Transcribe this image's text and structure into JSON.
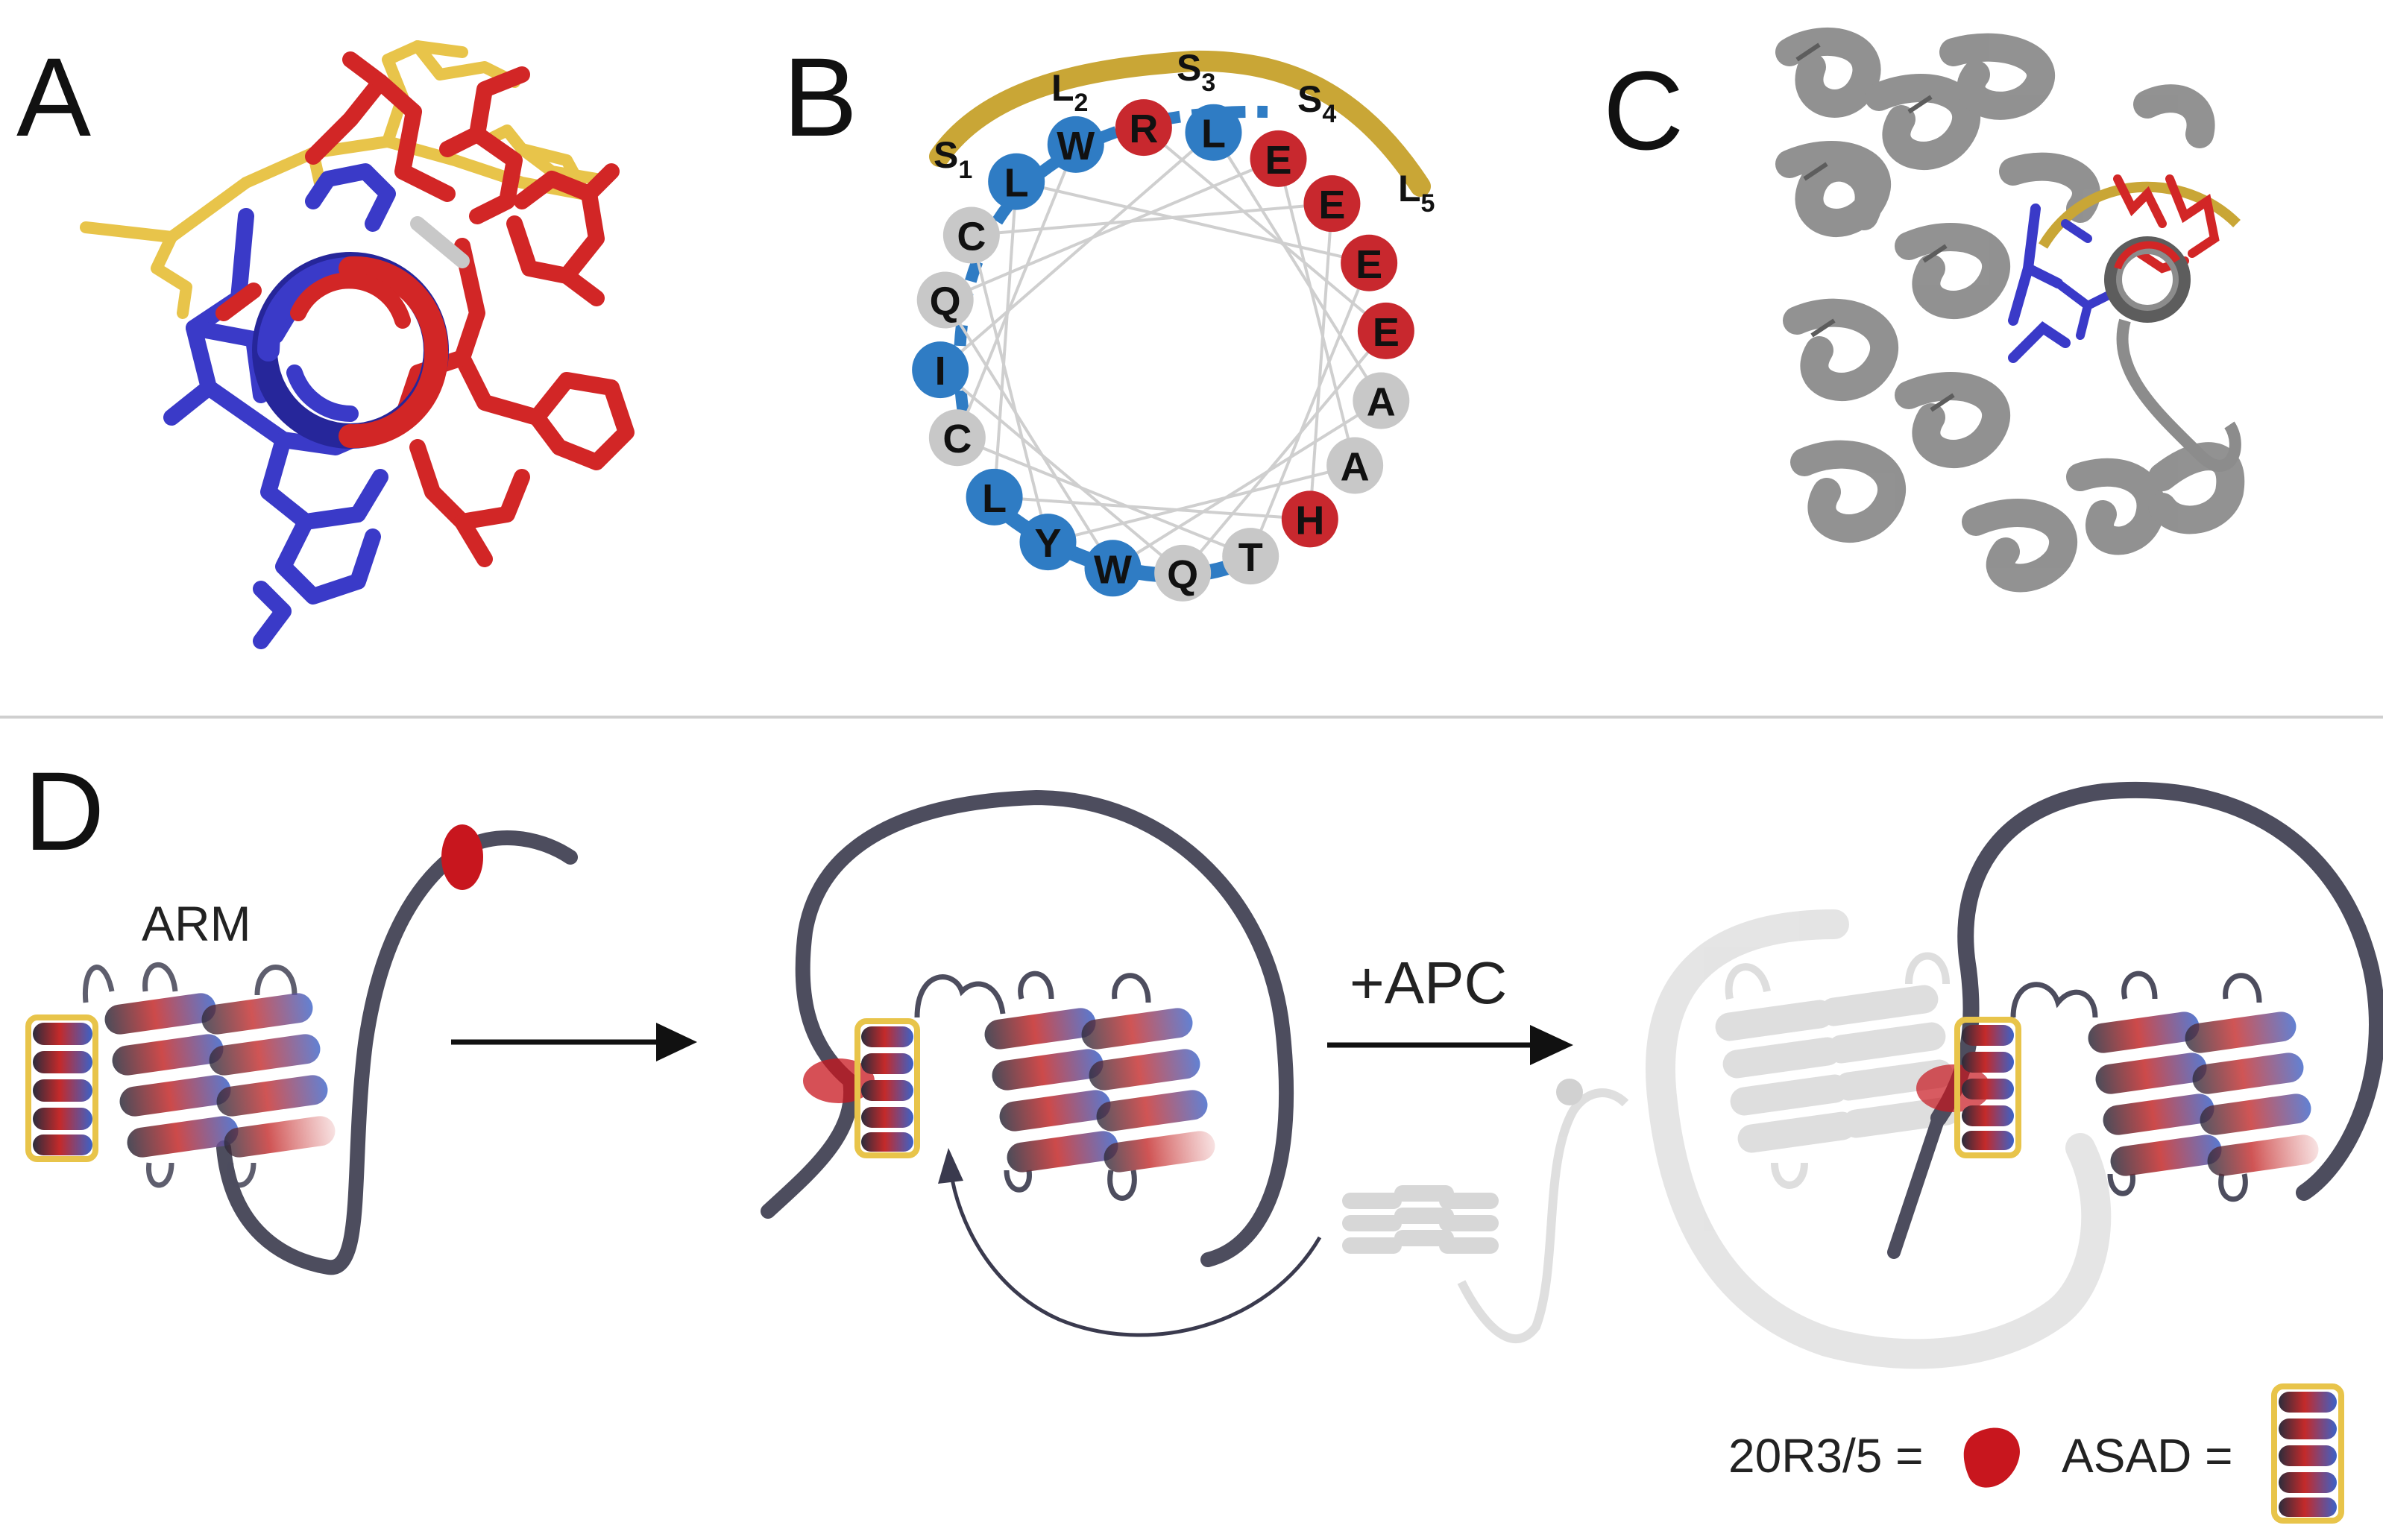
{
  "panels": {
    "a": {
      "label": "A"
    },
    "b": {
      "label": "B"
    },
    "c": {
      "label": "C"
    },
    "d": {
      "label": "D"
    }
  },
  "helical_wheel": {
    "arc_labels": [
      {
        "main": "S",
        "sub": "1"
      },
      {
        "main": "L",
        "sub": "2"
      },
      {
        "main": "S",
        "sub": "3"
      },
      {
        "main": "S",
        "sub": "4"
      },
      {
        "main": "L",
        "sub": "5"
      }
    ],
    "residues": [
      {
        "letter": "R",
        "type": "acidic-red"
      },
      {
        "letter": "L",
        "type": "hydrophobic-blue"
      },
      {
        "letter": "E",
        "type": "acidic-red"
      },
      {
        "letter": "E",
        "type": "acidic-red"
      },
      {
        "letter": "E",
        "type": "acidic-red"
      },
      {
        "letter": "E",
        "type": "acidic-red"
      },
      {
        "letter": "A",
        "type": "neutral-gray"
      },
      {
        "letter": "A",
        "type": "neutral-gray"
      },
      {
        "letter": "H",
        "type": "acidic-red"
      },
      {
        "letter": "T",
        "type": "neutral-gray"
      },
      {
        "letter": "Q",
        "type": "neutral-gray"
      },
      {
        "letter": "W",
        "type": "hydrophobic-blue"
      },
      {
        "letter": "Y",
        "type": "hydrophobic-blue"
      },
      {
        "letter": "L",
        "type": "hydrophobic-blue"
      },
      {
        "letter": "C",
        "type": "neutral-gray"
      },
      {
        "letter": "I",
        "type": "hydrophobic-blue"
      },
      {
        "letter": "Q",
        "type": "neutral-gray"
      },
      {
        "letter": "C",
        "type": "neutral-gray"
      },
      {
        "letter": "L",
        "type": "hydrophobic-blue"
      },
      {
        "letter": "W",
        "type": "hydrophobic-blue"
      }
    ]
  },
  "mechanism": {
    "arm_label": "ARM",
    "apc_label": "+APC"
  },
  "legend": {
    "motif_label": "20R3/5 =",
    "asad_label": "ASAD ="
  },
  "colors": {
    "red": "#d22626",
    "blue": "#3a3ac8",
    "yellow": "#e8c44a",
    "gold": "#c9a636",
    "wheel_blue": "#2f7cc4",
    "wheel_red": "#c8282e",
    "wheel_gray": "#c8c8c8",
    "strand": "#4d4d5e",
    "gray_ribbon": "#8c8c8c",
    "ghost": "#d6d6d6"
  }
}
